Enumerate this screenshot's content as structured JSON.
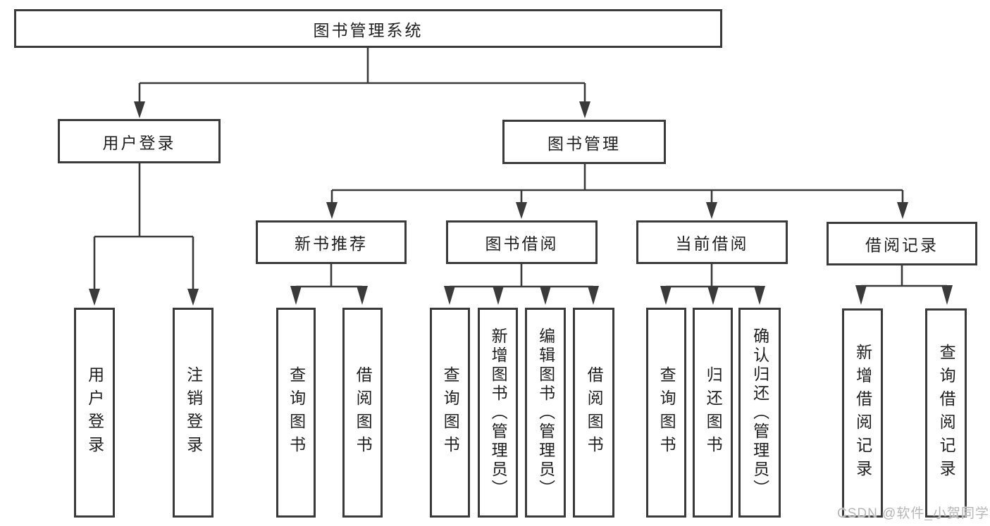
{
  "diagram": {
    "root": {
      "label": "图书管理系统"
    },
    "level2": [
      {
        "label": "用户登录"
      },
      {
        "label": "图书管理"
      }
    ],
    "level3": [
      {
        "label": "新书推荐"
      },
      {
        "label": "图书借阅"
      },
      {
        "label": "当前借阅"
      },
      {
        "label": "借阅记录"
      }
    ],
    "leaves": {
      "user_login": [
        "用户登录",
        "注销登录"
      ],
      "new_books": [
        "查询图书",
        "借阅图书"
      ],
      "borrow": [
        "查询图书",
        "新增图书（管理员）",
        "编辑图书（管理员）",
        "借阅图书"
      ],
      "current": [
        "查询图书",
        "归还图书",
        "确认归还（管理员）"
      ],
      "records": [
        "新增借阅记录",
        "查询借阅记录"
      ]
    },
    "line_color": "#3a3a3a",
    "watermark": "CSDN @软件_小贺同学"
  }
}
